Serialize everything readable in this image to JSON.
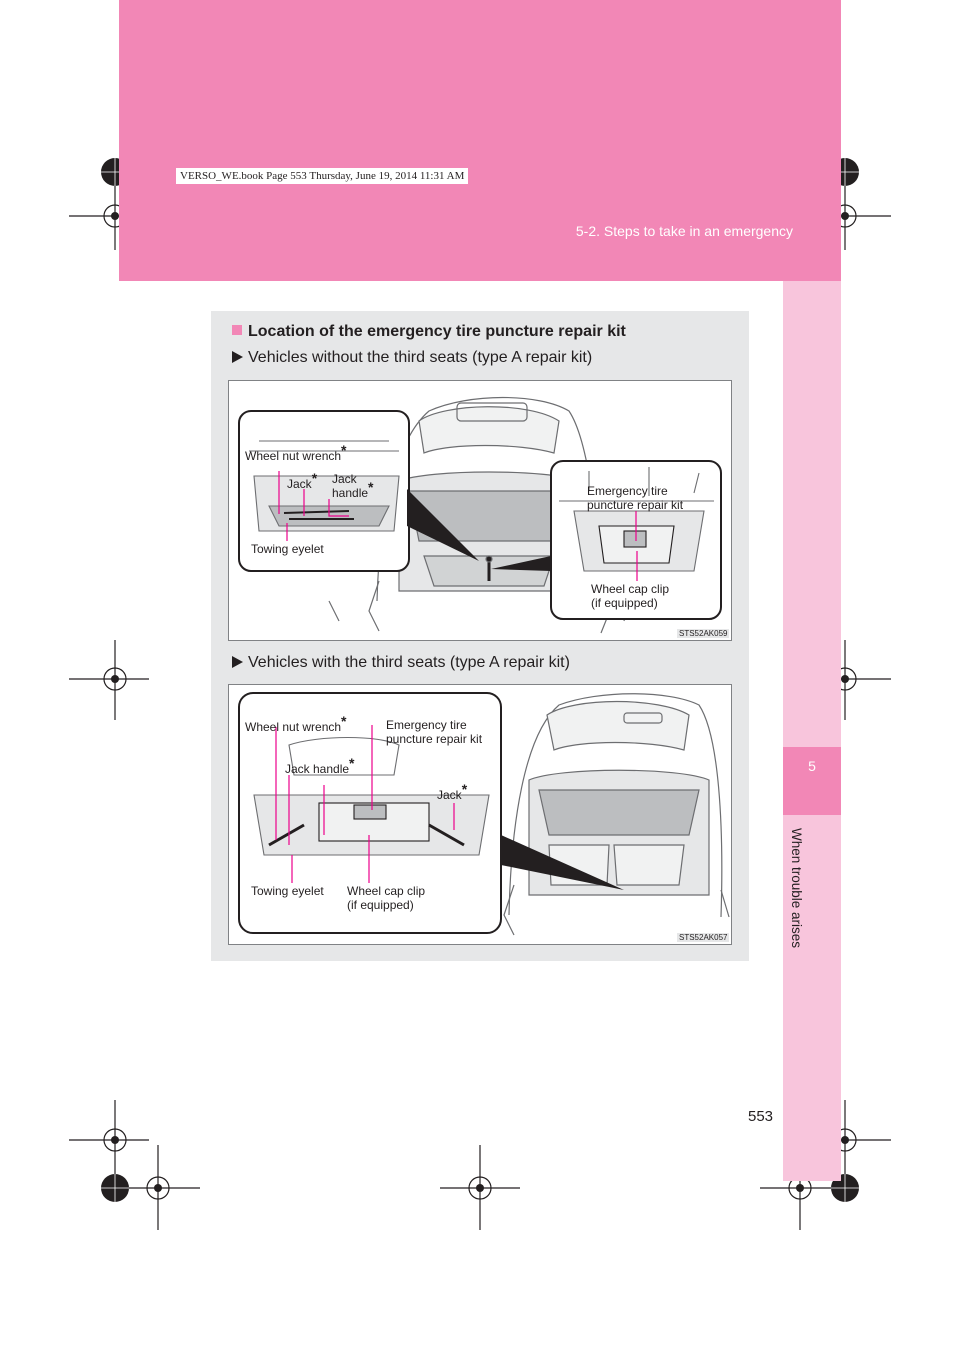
{
  "header": {
    "book_line": "VERSO_WE.book  Page 553  Thursday, June 19, 2014  11:31 AM",
    "section_title": "5-2. Steps to take in an emergency"
  },
  "sidebar": {
    "chapter_number": "5",
    "chapter_label": "When trouble arises"
  },
  "content": {
    "heading": "Location of the emergency tire puncture repair kit",
    "items": [
      {
        "text": "Vehicles without the third seats (type A repair kit)",
        "figure_code": "STS52AK059",
        "labels": {
          "wheel_nut_wrench": "Wheel nut wrench",
          "jack": "Jack",
          "jack_handle_1": "Jack",
          "jack_handle_2": "handle",
          "towing_eyelet": "Towing eyelet",
          "repair_kit_1": "Emergency tire",
          "repair_kit_2": "puncture repair kit",
          "wheel_cap_clip_1": "Wheel cap clip",
          "wheel_cap_clip_2": "(if equipped)",
          "asterisk": "*"
        }
      },
      {
        "text": "Vehicles with the third seats (type A repair kit)",
        "figure_code": "STS52AK057",
        "labels": {
          "wheel_nut_wrench": "Wheel nut wrench",
          "repair_kit_1": "Emergency tire",
          "repair_kit_2": "puncture repair kit",
          "jack_handle": "Jack handle",
          "jack": "Jack",
          "towing_eyelet": "Towing eyelet",
          "wheel_cap_clip_1": "Wheel cap clip",
          "wheel_cap_clip_2": "(if equipped)",
          "asterisk": "*"
        }
      }
    ]
  },
  "page_number": "553",
  "colors": {
    "accent": "#f287b6",
    "sidebar": "#f8c5dc",
    "panel": "#e6e7e8",
    "callout": "#ec008c"
  }
}
